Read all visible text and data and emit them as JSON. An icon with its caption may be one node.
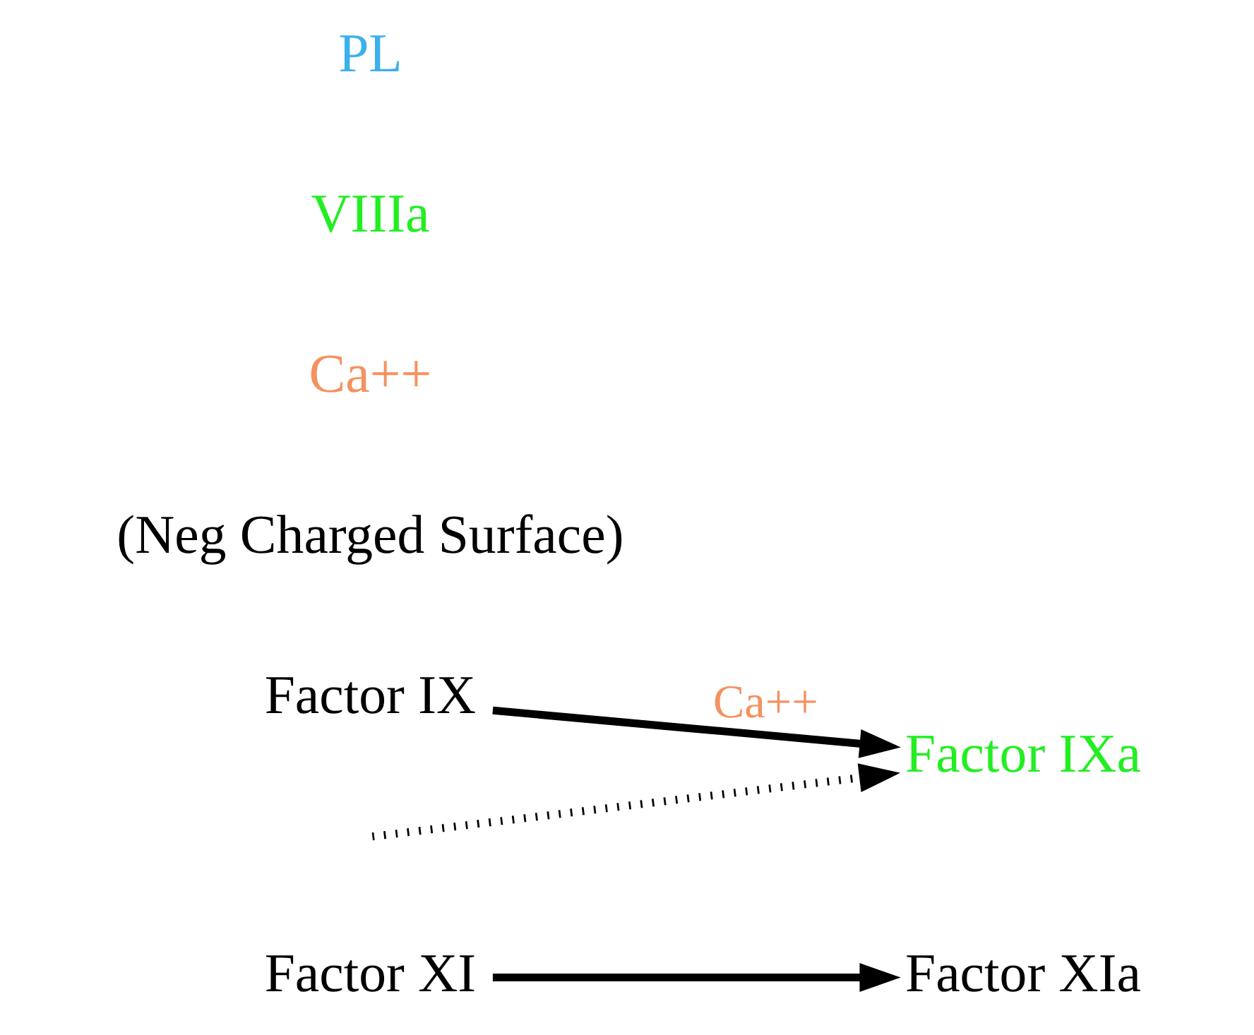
{
  "diagram": {
    "nodes": [
      {
        "text": [
          "Factor XI"
        ]
      },
      {
        "text": [
          "Factor XIa"
        ]
      },
      {
        "text": [
          "Factor IX"
        ]
      },
      {
        "text": [
          "Factor IXa"
        ]
      }
    ],
    "edges": [
      {
        "from": 0,
        "to": 1,
        "arrow": "to"
      },
      {
        "from": 2,
        "to": 3,
        "arrow": "to",
        "label": "Ca++"
      },
      {
        "from": null,
        "to": 3,
        "arrow": "to",
        "style": "dashed"
      }
    ],
    "labels": [
      "(Neg Charged Surface)",
      "Ca++",
      "VIIIa",
      "PL"
    ]
  }
}
